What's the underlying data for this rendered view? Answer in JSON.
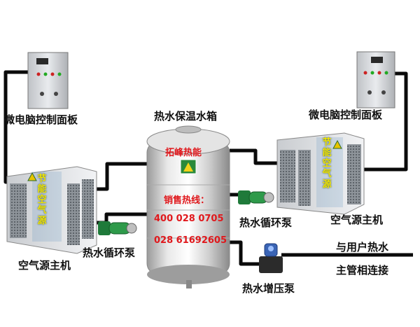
{
  "labels": {
    "left_panel": "微电脑控制面板",
    "right_panel": "微电脑控制面板",
    "tank": "热水保温水箱",
    "left_unit": "空气源主机",
    "right_unit": "空气源主机",
    "left_pump": "热水循环泵",
    "right_pump": "热水循环泵",
    "booster_pump": "热水增压泵",
    "user_line_1": "与用户热水",
    "user_line_2": "主管相连接"
  },
  "tank_text": {
    "brand": "拓峰热能",
    "hotline_title": "销售热线：",
    "phone_1": "400 028 0705",
    "phone_2": "028 61692605"
  },
  "unit_side_text": {
    "left": "节能空气源",
    "right": "节能空气源"
  },
  "colors": {
    "pipe": "#0a0a0a",
    "brand_text": "#e0181c",
    "side_text": "#f2e600",
    "pump_green": "#1f7a3a"
  }
}
